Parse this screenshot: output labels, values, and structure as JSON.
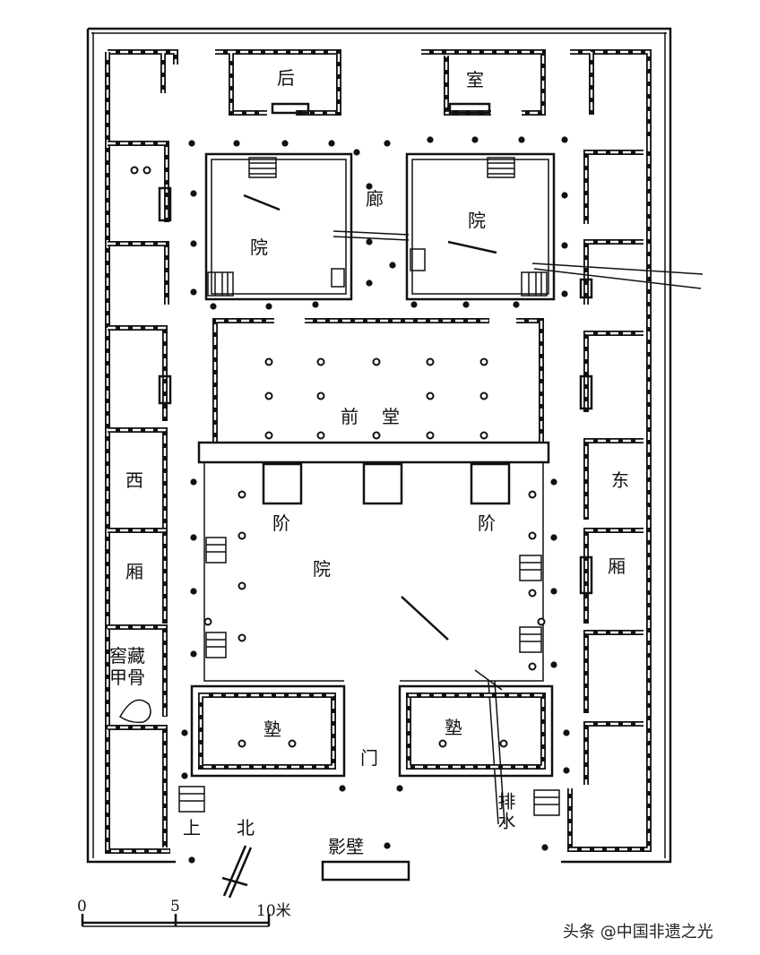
{
  "labels": {
    "back_room_left": "后",
    "back_room_right": "室",
    "corridor": "廊",
    "courtyard_nw": "院",
    "courtyard_ne": "院",
    "front_hall": "前",
    "front_hall_2": "堂",
    "steps_left": "阶",
    "steps_right": "阶",
    "main_courtyard": "院",
    "west": "西",
    "west_wing": "厢",
    "east": "东",
    "east_wing": "厢",
    "pit_1": "窖藏",
    "pit_2": "甲骨",
    "school_left": "塾",
    "school_right": "塾",
    "gate": "门",
    "up": "上",
    "north": "北",
    "screen_wall": "影壁",
    "drainage": "排水"
  },
  "scale_bar": {
    "ticks": [
      "0",
      "5",
      "10米"
    ]
  },
  "watermark": "头条 @中国非遗之光",
  "colors": {
    "ink": "#111111",
    "paper": "#ffffff"
  }
}
